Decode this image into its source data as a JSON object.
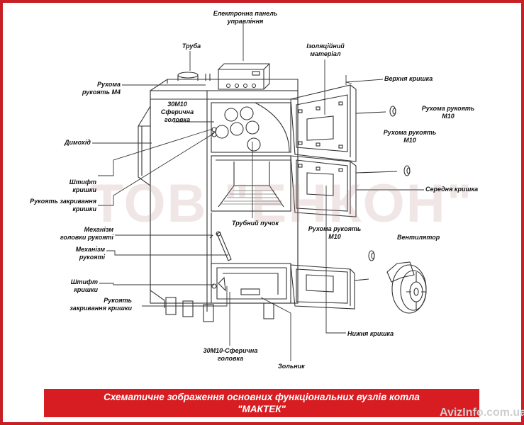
{
  "labels": {
    "electronic_panel": "Електронна панель\nуправління",
    "pipe": "Труба",
    "movable_handle_m4": "Рухома\nрукоять М4",
    "sphere_knob_top": "30М10\nСферична\nголовка",
    "chimney": "Димохід",
    "pin_cover_top": "Штифт\nкришки",
    "closing_handle_top": "Рукоять закривання\nкришки",
    "handle_head_mechanism": "Механізм\nголовки рукояті",
    "handle_mechanism": "Механізм\nрукояті",
    "pin_cover_bottom": "Штифт\nкришки",
    "closing_handle_bottom": "Рукоять\nзакривання кришки",
    "sphere_knob_bottom": "30М10-Сферична\nголовка",
    "ash_pan": "Зольник",
    "insulation": "Ізоляційний\nматеріал",
    "top_cover": "Верхня кришка",
    "movable_handle_m10_1": "Рухома рукоять\nМ10",
    "movable_handle_m10_2": "Рухома рукоять\nМ10",
    "middle_cover": "Середня кришка",
    "tube_bundle": "Трубний пучок",
    "movable_handle_m10_3": "Рухома рукоять\nМ10",
    "fan": "Вентилятор",
    "bottom_cover": "Нижня кришка"
  },
  "watermark": "ТОВ \"ЕНКОН\"",
  "caption": {
    "line1": "Схематичне зображення основних функціональних вузлів котла",
    "line2": "\"МАКТЕК\""
  },
  "site": "AvizInfo.com.ua",
  "colors": {
    "border": "#c62026",
    "caption_bg": "#d71d21",
    "line": "#333333"
  }
}
